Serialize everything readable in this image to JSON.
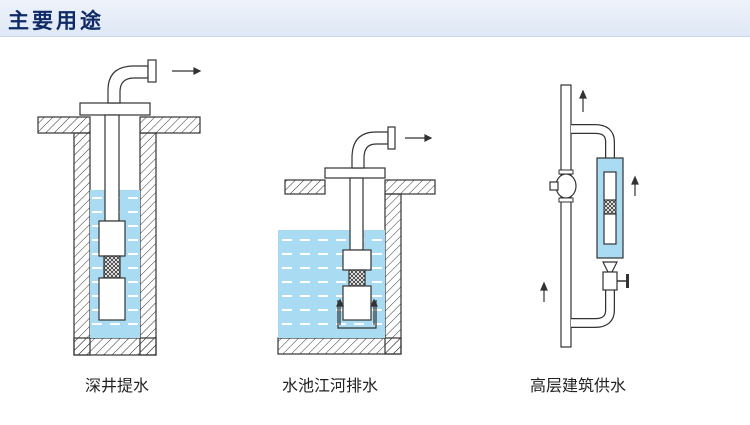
{
  "header": {
    "title": "主要用途"
  },
  "panels": [
    {
      "caption": "深井提水"
    },
    {
      "caption": "水池江河排水"
    },
    {
      "caption": "高层建筑供水"
    }
  ],
  "colors": {
    "water": "#a9dcf2",
    "water_lines": "#ffffff",
    "line": "#333333",
    "header_text": "#0f2a66"
  }
}
